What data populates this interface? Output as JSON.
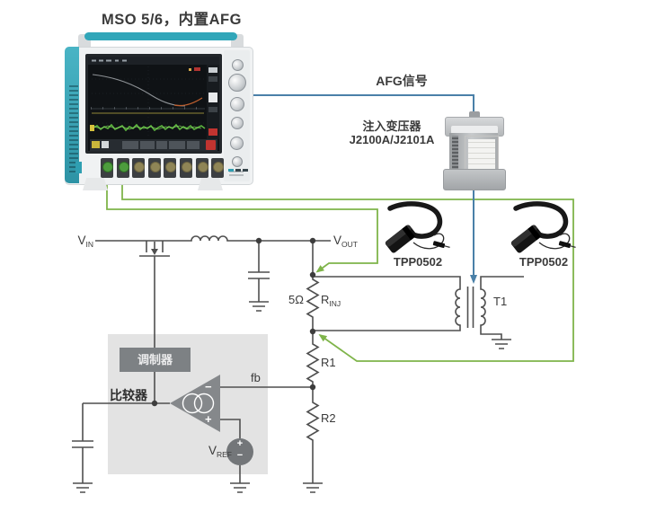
{
  "title": "MSO 5/6，内置AFG",
  "colors": {
    "accent_blue": "#4a80a8",
    "accent_green": "#7fb44a",
    "scope_teal": "#31a6b9",
    "wire_gray": "#4f4f4f"
  },
  "afg": {
    "signal_label": "AFG信号",
    "injection_transformer_name": "注入变压器",
    "injection_transformer_model": "J2100A/J2101A"
  },
  "probes": {
    "left_label": "TPP0502",
    "right_label": "TPP0502"
  },
  "power_stage": {
    "vin_base": "V",
    "vin_sub": "IN",
    "vout_base": "V",
    "vout_sub": "OUT"
  },
  "injection": {
    "resistor_value": "5Ω",
    "resistor_base": "R",
    "resistor_sub": "INJ",
    "transformer_label": "T1"
  },
  "feedback": {
    "r1_label": "R1",
    "r2_label": "R2",
    "fb_label": "fb"
  },
  "controller": {
    "modulator_label": "调制器",
    "comparator_label": "比较器",
    "opamp_minus": "−",
    "opamp_plus": "+",
    "vref_base": "V",
    "vref_sub": "REF",
    "vref_plus": "+",
    "vref_minus": "−"
  }
}
